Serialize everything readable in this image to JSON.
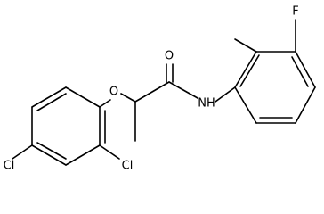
{
  "molecule": {
    "atoms": {
      "O_ether": "O",
      "O_carbonyl": "O",
      "N_amide": "NH",
      "F": "F",
      "Cl_ortho": "Cl",
      "Cl_para": "Cl"
    }
  }
}
